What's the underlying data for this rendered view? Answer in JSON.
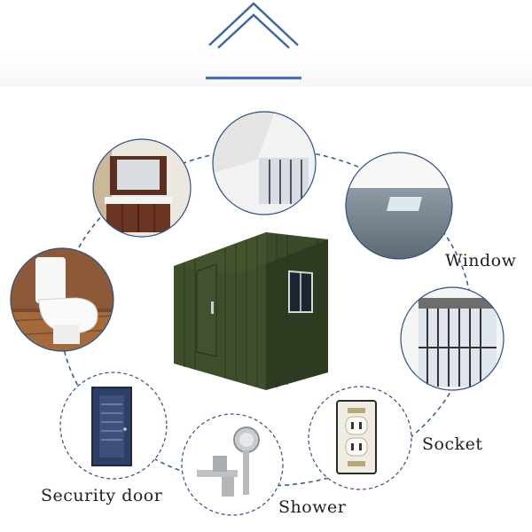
{
  "labels": {
    "window": "Window",
    "socket": "Socket",
    "shower": "Shower",
    "security_door": "Security door"
  },
  "colors": {
    "roof_blue": "#3f67a8",
    "ring_blue": "#2f4f8a",
    "dash_blue": "#3c5f95",
    "container_green": "#3e4d2a"
  },
  "icons": [
    "roof-icon",
    "bathroom-vanity",
    "toilet",
    "security-door",
    "shower",
    "socket",
    "window-room",
    "window",
    "container-house"
  ]
}
